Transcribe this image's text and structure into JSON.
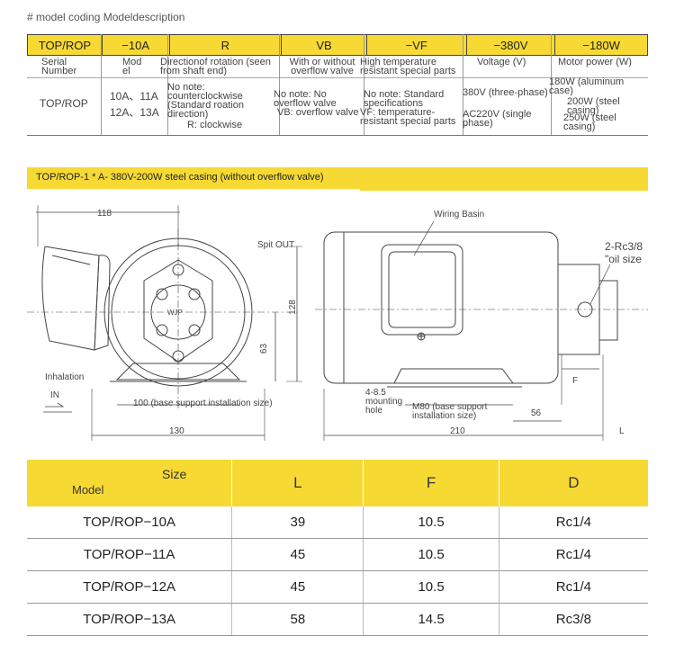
{
  "section_title": "# model coding Modeldescription",
  "coding": {
    "headers": [
      "TOP/ROP",
      "−10A",
      "R",
      "VB",
      "−VF",
      "−380V",
      "−180W"
    ],
    "row1": [
      "Serial Number",
      "Mod el",
      "Directionof rotation (seen from shaft end)",
      "With or without overflow valve",
      "High temperature resistant special parts",
      "Voltage (V)",
      "Motor power (W)"
    ],
    "row2": {
      "serial": "TOP/ROP",
      "model_a": "10A、11A",
      "model_b": "12A、13A",
      "rotation_a": "No note: counterclockwise (Standard roation direction)",
      "rotation_b": "R: clockwise",
      "valve_a": "No note: No overflow valve",
      "valve_b": "VB: overflow valve",
      "temp_a": "No note: Standard specifications",
      "temp_b": "VF: temperature-resistant special parts",
      "volt_a": "380V (three-phase)",
      "volt_b": "AC220V (single phase)",
      "power_a": "180W (aluminum case)",
      "power_b": "200W (steel casing)",
      "power_c": "250W (steel casing)"
    }
  },
  "banner": "TOP/ROP-1 * A- 380V-200W steel casing (without overflow valve)",
  "drawing": {
    "dim_118": "118",
    "spit_out": "Spit OUT",
    "dim_128": "128",
    "dim_63": "63",
    "inhalation": "Inhalation",
    "in": "IN",
    "base_100": "100 (base support installation size)",
    "dim_130": "130",
    "wiring_basin": "Wiring Basin",
    "oil_size": "2-Rc3/8 \"oil size",
    "mount_hole": "4-8.5 mounting hole",
    "base_m80": "M80 (base support installation size)",
    "dim_56": "56",
    "dim_210": "210",
    "f_label": "F",
    "l_label": "L",
    "wjp": "WJP"
  },
  "size_table": {
    "size_label": "Size",
    "model_label": "Model",
    "headers": [
      "L",
      "F",
      "D"
    ],
    "rows": [
      [
        "TOP/ROP−10A",
        "39",
        "10.5",
        "Rc1/4"
      ],
      [
        "TOP/ROP−11A",
        "45",
        "10.5",
        "Rc1/4"
      ],
      [
        "TOP/ROP−12A",
        "45",
        "10.5",
        "Rc1/4"
      ],
      [
        "TOP/ROP−13A",
        "58",
        "14.5",
        "Rc3/8"
      ]
    ]
  }
}
